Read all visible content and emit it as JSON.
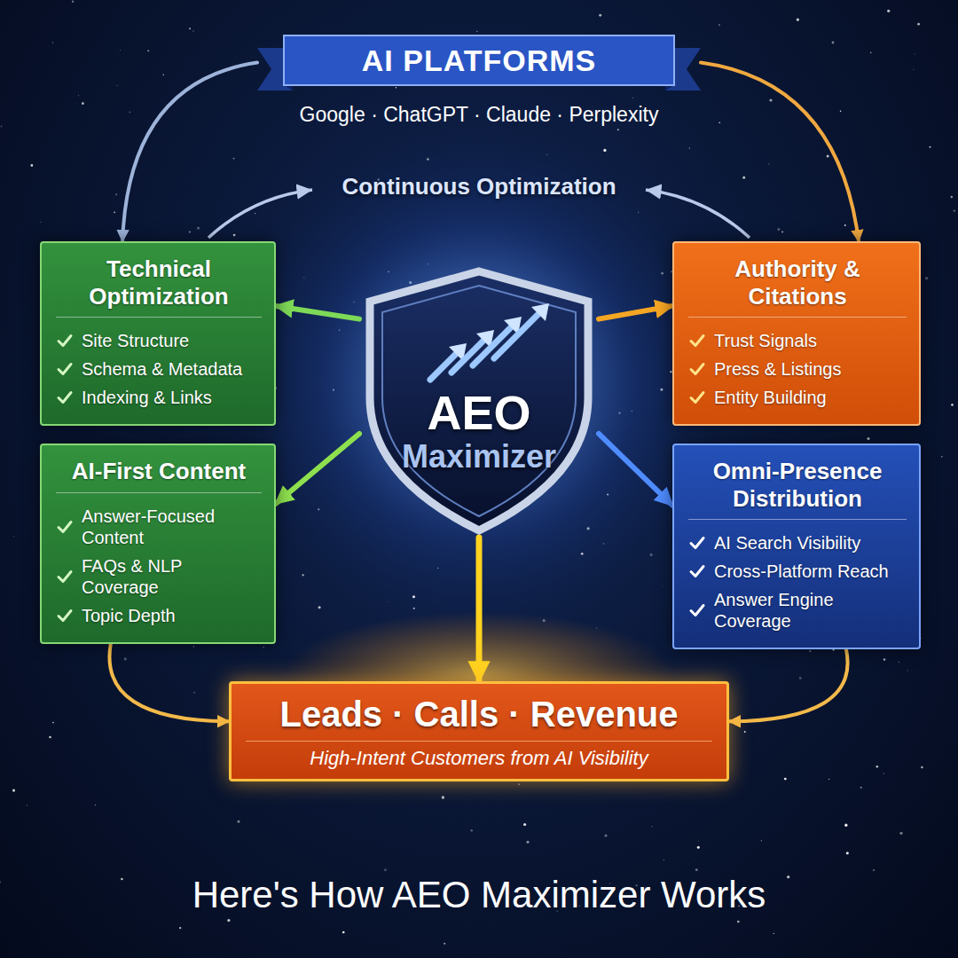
{
  "diagram": {
    "caption": "Here's How AEO Maximizer Works",
    "nodes": [
      {
        "text": [
          "AI PLATFORMS",
          "Google · ChatGPT · Claude · Perplexity"
        ]
      },
      {
        "text": [
          "Technical Optimization",
          "Site Structure",
          "Schema & Metadata",
          "Indexing & Links"
        ]
      },
      {
        "text": [
          "AEO",
          "Maximizer"
        ]
      },
      {
        "text": [
          "Authority & Citations",
          "Trust Signals",
          "Press & Listings",
          "Entity Building"
        ]
      },
      {
        "text": [
          "AI-First Content",
          "Answer-Focused Content",
          "FAQs & NLP Coverage",
          "Topic Depth"
        ]
      },
      {
        "text": [
          "Omni-Presence Distribution",
          "AI Search Visibility",
          "Cross-Platform Reach",
          "Answer Engine Coverage"
        ]
      },
      {
        "text": [
          "Leads · Calls · Revenue",
          "High-Intent Customers from AI Visibility"
        ]
      }
    ],
    "edges": [
      {
        "from": 2,
        "to": 1,
        "arrow": "to"
      },
      {
        "from": 2,
        "to": 3,
        "arrow": "to"
      },
      {
        "from": 2,
        "to": 4,
        "arrow": "to"
      },
      {
        "from": 2,
        "to": 5,
        "arrow": "to"
      },
      {
        "from": 2,
        "to": 6,
        "arrow": "to"
      },
      {
        "from": 0,
        "to": 1,
        "arrow": "to"
      },
      {
        "from": 0,
        "to": 3,
        "arrow": "to"
      },
      {
        "from": 4,
        "to": 6,
        "arrow": "to"
      },
      {
        "from": 5,
        "to": 6,
        "arrow": "to"
      }
    ],
    "labels": [
      "Continuous Optimization"
    ]
  }
}
